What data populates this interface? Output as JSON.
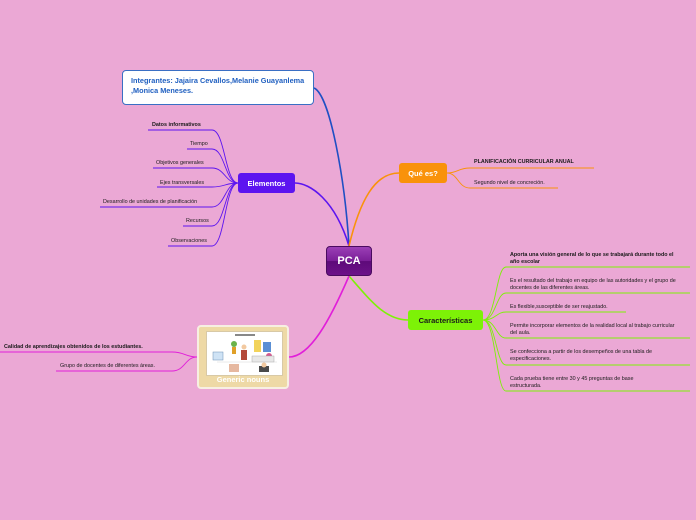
{
  "central": {
    "label": "PCA"
  },
  "integrantes": {
    "text": "Integrantes: Jajaira Cevallos,Melanie Guayanlema ,Monica Meneses."
  },
  "elementos": {
    "label": "Elementos",
    "items": [
      "Datos informativos",
      "Tiempo",
      "Objetivos generales",
      "Ejes transversales",
      "Desarrollo de unidades de planificación",
      "Recursos",
      "Observaciones"
    ]
  },
  "que_es": {
    "label": "Qué es?",
    "items": [
      "PLANIFICACIÓN CURRICULAR ANUAL",
      "Segundo nivel de concreción."
    ]
  },
  "caracteristicas": {
    "label": "Características",
    "items": [
      "Aporta una visión general de lo que se trabajará durante todo el año escolar",
      "Es el resultado del trabajo en equipo de las autoridades y el grupo de docentes de las diferentes áreas.",
      "Es flexible,susceptible de ser reajustado.",
      "Permite incorporar elementos de la realidad local al trabajo curricular del aula.",
      "Se confecciona a partir de los desempeños de una tabla de especificaciones.",
      "Cada prueba tiene entre 30 y 45 preguntas de base estructurada."
    ]
  },
  "generic": {
    "caption": "Generic nouns",
    "items": [
      "Calidad de aprendizajes obtenidos de los estudiantes.",
      "Grupo de docentes de diferentes áreas."
    ]
  },
  "colors": {
    "background": "#eba8d5",
    "elementos": "#5c14f0",
    "que_es": "#f9920a",
    "caracteristicas": "#7df207",
    "generic_branch": "#e11fd9",
    "integrantes_branch": "#1f4fc4"
  }
}
